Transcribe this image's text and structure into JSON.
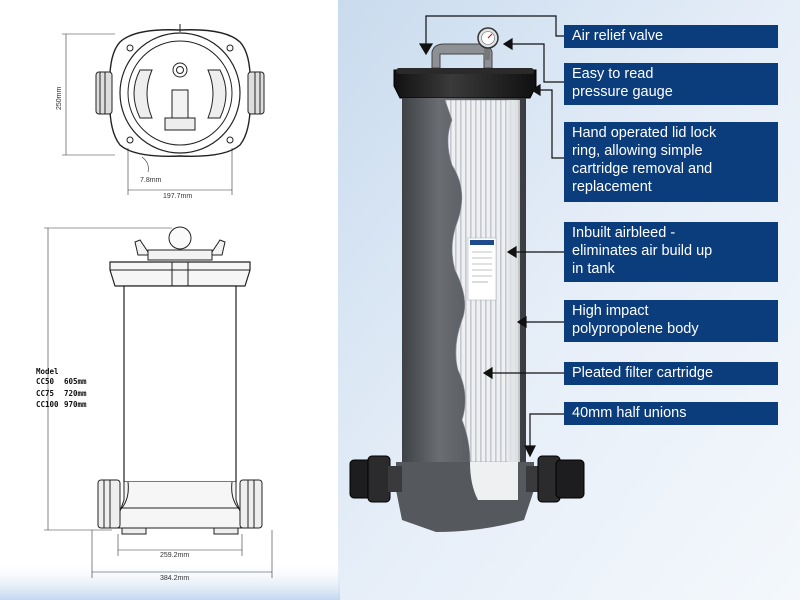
{
  "drawing": {
    "top_height": "250mm",
    "bolt_gap": "7.8mm",
    "top_width": "197.7mm",
    "model_title": "Model",
    "models": [
      {
        "name": "CC50",
        "height": "605mm"
      },
      {
        "name": "CC75",
        "height": "720mm"
      },
      {
        "name": "CC100",
        "height": "970mm"
      }
    ],
    "base_width": "259.2mm",
    "overall_width": "384.2mm"
  },
  "callouts": [
    {
      "lines": [
        "Air relief valve"
      ]
    },
    {
      "lines": [
        "Easy to read",
        "pressure gauge"
      ]
    },
    {
      "lines": [
        "Hand operated lid lock",
        "ring, allowing simple",
        "cartridge removal and",
        "replacement"
      ]
    },
    {
      "lines": [
        "Inbuilt airbleed -",
        "eliminates air build up",
        "in tank"
      ]
    },
    {
      "lines": [
        "High impact",
        "polypropolene body"
      ]
    },
    {
      "lines": [
        "Pleated filter cartridge"
      ]
    },
    {
      "lines": [
        "40mm half unions"
      ]
    }
  ],
  "colors": {
    "callout_bg": "#0b3d7c",
    "panel_bg": "#dde8f4",
    "body_gray": "#5b5e62",
    "lid_black": "#1c1c1c"
  }
}
